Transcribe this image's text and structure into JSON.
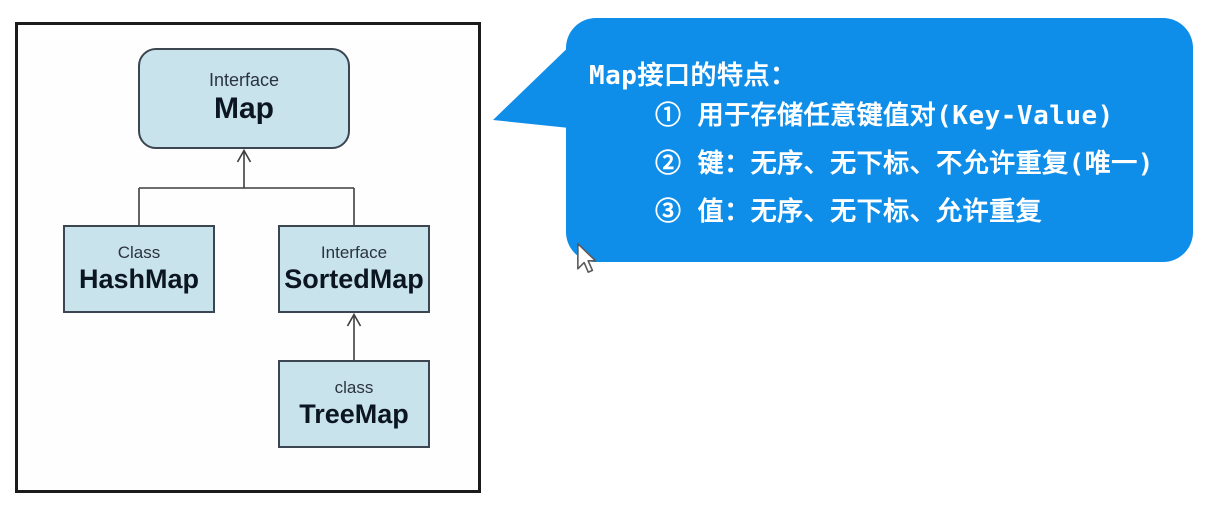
{
  "diagram": {
    "nodes": {
      "map": {
        "stereotype": "Interface",
        "name": "Map"
      },
      "hashmap": {
        "stereotype": "Class",
        "name": "HashMap"
      },
      "sortedmap": {
        "stereotype": "Interface",
        "name": "SortedMap"
      },
      "treemap": {
        "stereotype": "class",
        "name": "TreeMap"
      }
    },
    "colors": {
      "node_fill": "#c9e3ec",
      "node_border": "#3c4650",
      "connector": "#3f3f3f",
      "frame_border": "#1b1b1b"
    }
  },
  "callout": {
    "title": "Map接口的特点：",
    "items": [
      "① 用于存储任意键值对(Key-Value)",
      "② 键：无序、无下标、不允许重复(唯一)",
      "③ 值：无序、无下标、允许重复"
    ],
    "colors": {
      "background": "#0e8de9",
      "text": "#ffffff"
    }
  },
  "cursor": {
    "type": "arrow-pointer"
  }
}
